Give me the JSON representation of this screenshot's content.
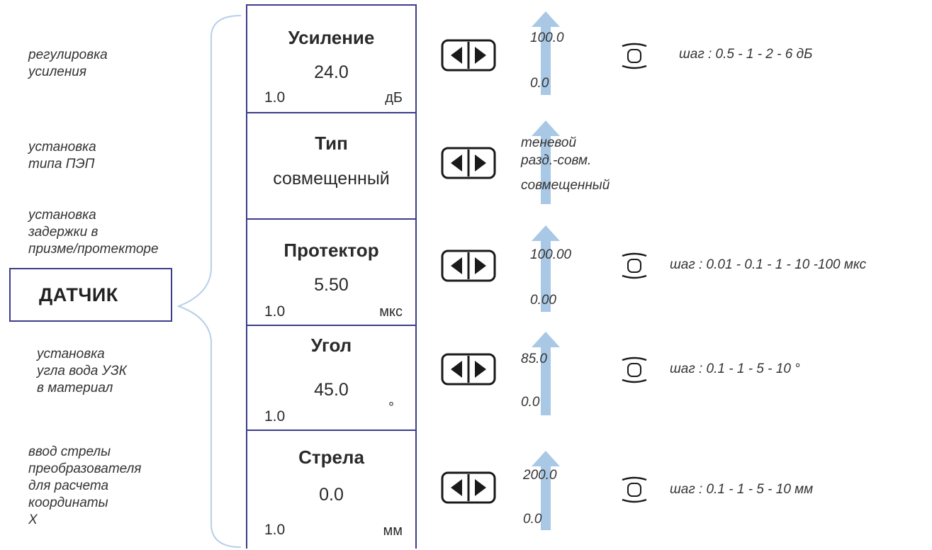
{
  "descriptions": [
    {
      "id": "gain",
      "text": "регулировка\nусиления"
    },
    {
      "id": "type",
      "text": "установка\nтипа ПЭП"
    },
    {
      "id": "delay",
      "text": "установка\nзадержки в\nпризме/протекторе"
    },
    {
      "id": "angle",
      "text": "установка\nугла вода УЗК\nв материал"
    },
    {
      "id": "arrow",
      "text": "ввод стрелы\nпреобразователя\nдля расчета\nкоординаты\nX"
    }
  ],
  "sensor_label": "ДАТЧИК",
  "cells": [
    {
      "title": "Усиление",
      "value": "24.0",
      "step": "1.0",
      "unit": "дБ"
    },
    {
      "title": "Тип",
      "value": "совмещенный",
      "step": "",
      "unit": ""
    },
    {
      "title": "Протектор",
      "value": "5.50",
      "step": "1.0",
      "unit": "мкс"
    },
    {
      "title": "Угол",
      "value": "45.0",
      "step": "1.0",
      "unit": "°"
    },
    {
      "title": "Стрела",
      "value": "0.0",
      "step": "1.0",
      "unit": "мм"
    }
  ],
  "ranges": [
    {
      "max": "100.0",
      "min": "0.0"
    },
    {
      "options": [
        "теневой",
        "разд.-совм.",
        "совмещенный"
      ]
    },
    {
      "max": "100.00",
      "min": "0.00"
    },
    {
      "max": "85.0",
      "min": "0.0"
    },
    {
      "max": "200.0",
      "min": "0.0"
    }
  ],
  "steps": [
    {
      "text": "шаг : 0.5 - 1 - 2  - 6 дБ"
    },
    {
      "text": "шаг : 0.01 - 0.1 - 1 - 10 -100 мкс"
    },
    {
      "text": "шаг : 0.1 - 1 - 5 - 10 °"
    },
    {
      "text": "шаг : 0.1 - 1 - 5 - 10 мм"
    }
  ],
  "icons": {
    "left_right": "left-right-arrow-keys-icon",
    "ok": "ok-button-icon",
    "range": "up-arrow-icon"
  },
  "colors": {
    "border": "#3c3c8c",
    "arrow": "#a9c8e6",
    "brace": "#b7cfe8",
    "text": "#2b2b2b"
  }
}
